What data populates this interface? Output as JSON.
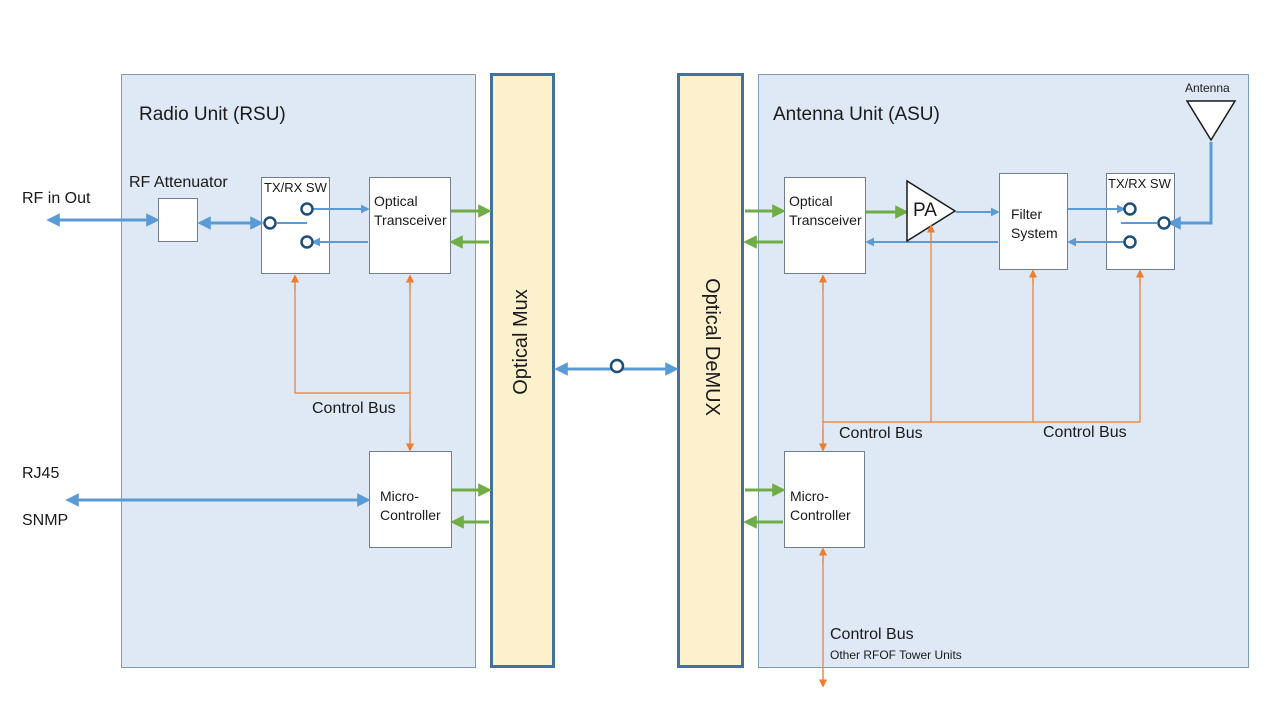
{
  "colors": {
    "panel_fill": "#dee9f5",
    "mux_fill": "#fdf0cc",
    "mux_border": "#41719c",
    "rf_line": "#5b9bd5",
    "optical_line": "#70ad47",
    "control_line": "#ed7d31"
  },
  "external": {
    "rf_in_out": "RF in Out",
    "rj45": "RJ45",
    "snmp": "SNMP"
  },
  "rsu": {
    "title": "Radio Unit (RSU)",
    "rf_attenuator": "RF Attenuator",
    "txrx_sw": "TX/RX SW",
    "optical_transceiver_l1": "Optical",
    "optical_transceiver_l2": "Transceiver",
    "micro_l1": "Micro-",
    "micro_l2": "Controller",
    "control_bus": "Control Bus"
  },
  "optical_mux": "Optical Mux",
  "optical_demux": "Optical DeMUX",
  "asu": {
    "title": "Antenna Unit (ASU)",
    "antenna": "Antenna",
    "optical_transceiver_l1": "Optical",
    "optical_transceiver_l2": "Transceiver",
    "pa": "PA",
    "filter_l1": "Filter",
    "filter_l2": "System",
    "txrx_sw": "TX/RX SW",
    "micro_l1": "Micro-",
    "micro_l2": "Controller",
    "control_bus_left": "Control Bus",
    "control_bus_right": "Control Bus",
    "control_bus_bottom": "Control Bus",
    "other_units": "Other RFOF Tower Units"
  }
}
